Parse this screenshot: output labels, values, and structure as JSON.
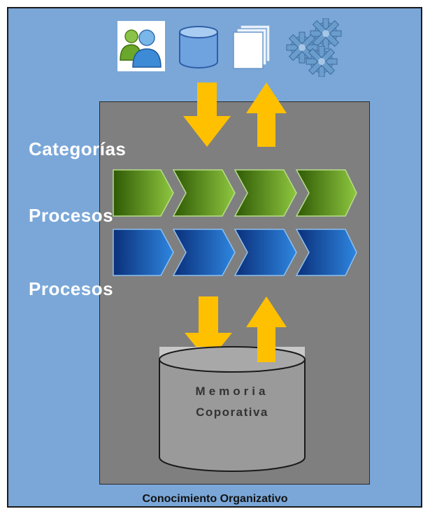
{
  "labels": {
    "row1": "Categorías",
    "row2": "Procesos",
    "row3": "Procesos"
  },
  "database": {
    "line1": "Memoria",
    "line2": "Coporativa"
  },
  "footer": {
    "caption": "Conocimiento Organizativo"
  },
  "icons": [
    "users-icon",
    "database-icon",
    "documents-icon",
    "gears-icon"
  ],
  "colors": {
    "background": "#7aa7d8",
    "inner_panel": "#7f7f7f",
    "arrow": "#ffc000",
    "green_chevron": "#5a8a1a",
    "blue_chevron": "#1e5eb4"
  }
}
